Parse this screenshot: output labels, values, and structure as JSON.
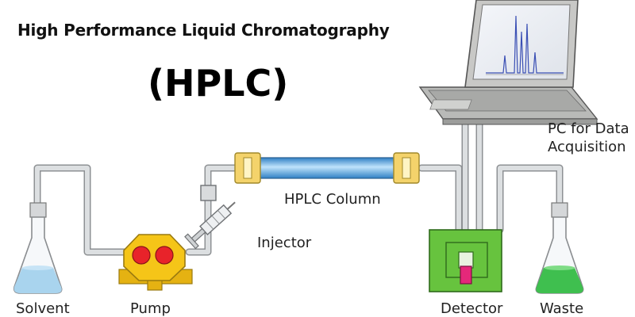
{
  "header": {
    "title": "High Performance Liquid Chromatography",
    "subtitle": "(HPLC)"
  },
  "labels": {
    "solvent": "Solvent",
    "pump": "Pump",
    "injector": "Injector",
    "column": "HPLC Column",
    "detector": "Detector",
    "waste": "Waste",
    "pc_line1": "PC for Data",
    "pc_line2": "Acquisition"
  },
  "colors": {
    "tubing": "#c9ccce",
    "solvent_liquid": "#a9d4ee",
    "waste_liquid": "#3fbf4f",
    "pump_body": "#f5c518",
    "pump_valves": "#e8232a",
    "column_body": "#5aaee3",
    "column_caps": "#f4d36b",
    "detector_body": "#67c33e",
    "detector_cell": "#e5287a",
    "laptop_body": "#c8c8c6",
    "screen_peaks": "#3a4fb4"
  },
  "icons": {
    "laptop": "laptop-icon",
    "syringe": "syringe-icon",
    "flask": "flask-icon"
  }
}
